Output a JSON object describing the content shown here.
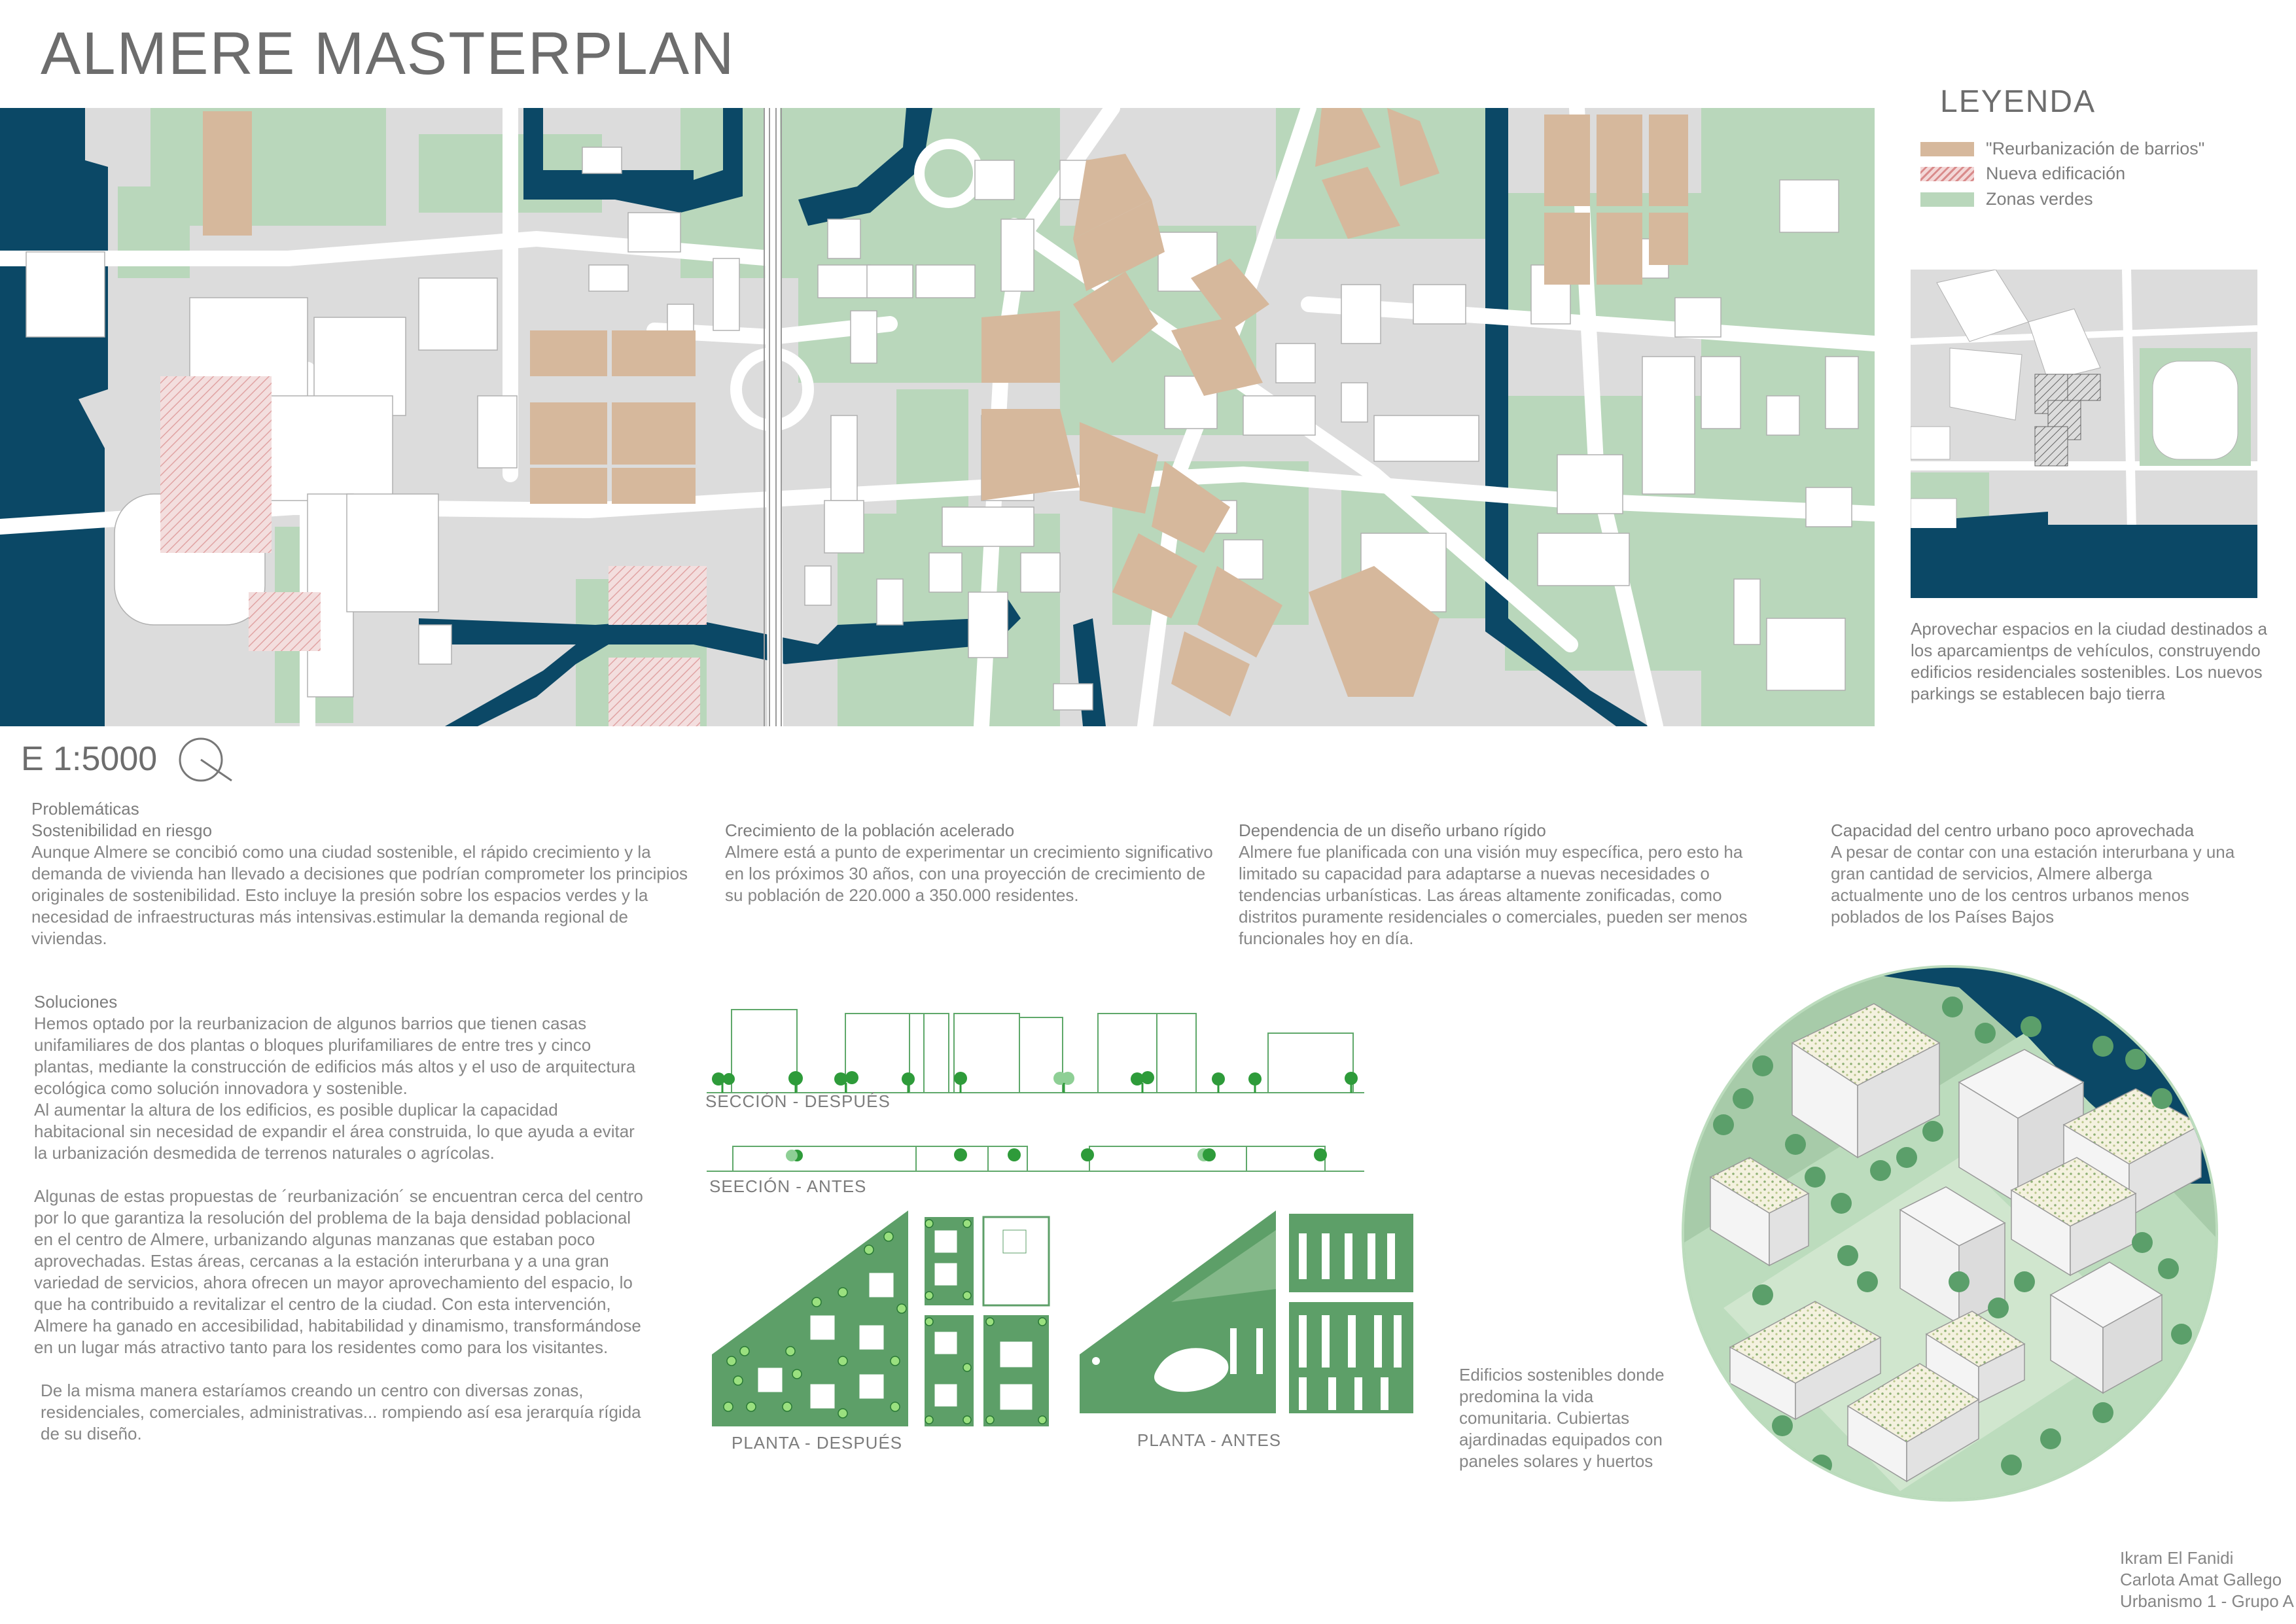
{
  "title": "ALMERE MASTERPLAN",
  "colors": {
    "water": "#0b4866",
    "reurbanizacion": "#d6b89c",
    "nueva_edificacion": "#d98b8b",
    "zonas_verdes": "#b9d7bb",
    "roads": "#ffffff",
    "buildings": "#dcdcdc",
    "section_green": "#2e9b3a"
  },
  "legend": {
    "title": "LEYENDA",
    "items": [
      {
        "label": "\"Reurbanización de barrios\"",
        "color": "#d6b89c"
      },
      {
        "label": "Nueva edificación",
        "color": "#d98b8b"
      },
      {
        "label": "Zonas verdes",
        "color": "#b9d7bb"
      }
    ]
  },
  "inset_caption": "Aprovechar espacios en la ciudad destinados a los aparcamientps de vehículos, construyendo edificios residenciales sostenibles. Los nuevos parkings se establecen bajo tierra",
  "scale": "E 1:5000",
  "problems": {
    "heading": "Problemáticas",
    "sections": [
      {
        "title": "Sostenibilidad en riesgo",
        "text": "Aunque Almere se concibió como una ciudad sostenible, el rápido crecimiento y la demanda de vivienda han llevado a decisiones que podrían comprometer los principios originales de sostenibilidad. Esto incluye la presión sobre los espacios verdes y la necesidad de infraestructuras más intensivas.estimular la demanda regional de viviendas."
      },
      {
        "title": "Crecimiento de la población acelerado",
        "text": "Almere está a punto de experimentar un crecimiento significativo en los próximos 30 años, con una proyección de crecimiento de su población de 220.000 a 350.000 residentes."
      },
      {
        "title": "Dependencia de un diseño urbano rígido",
        "text": "Almere fue planificada con una visión muy específica, pero esto ha limitado su capacidad para adaptarse a nuevas necesidades o tendencias urbanísticas. Las áreas altamente zonificadas, como distritos puramente residenciales o comerciales, pueden ser menos funcionales hoy en día."
      },
      {
        "title": "Capacidad del centro urbano poco aprovechada",
        "text": "A pesar de contar con una estación interurbana y una gran cantidad de servicios, Almere alberga actualmente uno de los centros urbanos menos poblados de los Países Bajos"
      }
    ]
  },
  "solutions": {
    "heading": "Soluciones",
    "paragraphs": [
      "Hemos optado por la reurbanizacion de algunos barrios que tienen casas unifamiliares de dos plantas o bloques plurifamiliares de entre tres y cinco plantas, mediante la construcción de edificios más altos y el uso de arquitectura ecológica como solución innovadora y sostenible.",
      "Al aumentar la altura de los edificios, es posible duplicar la capacidad habitacional sin necesidad de expandir el área construida, lo que ayuda a evitar la urbanización desmedida de terrenos naturales o agrícolas.",
      "Algunas de estas propuestas de ´reurbanización´ se encuentran cerca del centro por lo que garantiza la resolución del problema de la baja densidad poblacional en el centro de Almere, urbanizando algunas manzanas que estaban poco aprovechadas. Estas áreas, cercanas a la estación interurbana y a una gran variedad de servicios, ahora ofrecen un mayor aprovechamiento del espacio, lo que ha contribuido a revitalizar el centro de la ciudad. Con esta intervención, Almere ha ganado en accesibilidad, habitabilidad y dinamismo, transformándose en un lugar más atractivo tanto para los residentes como para los visitantes.",
      "De la misma manera estaríamos creando un centro con diversas zonas, residenciales, comerciales, administrativas... rompiendo así esa jerarquía rígida de su diseño."
    ]
  },
  "diagrams": {
    "section_after": "SECCIÓN - DESPUÉS",
    "section_before": "SEECIÓN - ANTES",
    "plan_after": "PLANTA - DESPUÉS",
    "plan_before": "PLANTA - ANTES"
  },
  "axo_caption": "Edificios sostenibles donde predomina la vida comunitaria. Cubiertas ajardinadas equipados con paneles solares y huertos",
  "credits": [
    "Ikram El Fanidi",
    "Carlota Amat Gallego",
    "Urbanismo 1 - Grupo A"
  ]
}
